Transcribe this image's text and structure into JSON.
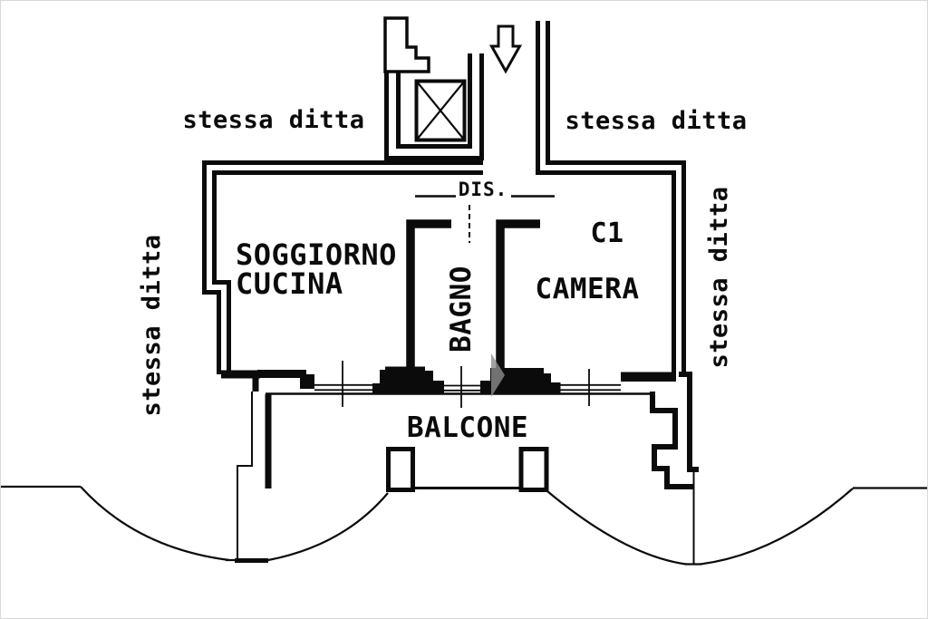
{
  "colors": {
    "ink": "#0b0b0b",
    "paper": "#ffffff",
    "smudge": "#8c8c8c",
    "frame": "#d8d8d8"
  },
  "labels": {
    "neighbor_top_left": "stessa ditta",
    "neighbor_top_right": "stessa ditta",
    "neighbor_left": "stessa ditta",
    "neighbor_right": "stessa ditta",
    "living_kitchen_line1": "SOGGIORNO",
    "living_kitchen_line2": "CUCINA",
    "bathroom": "BAGNO",
    "bedroom": "CAMERA",
    "unit_code": "C1",
    "balcony": "BALCONE",
    "hallway": "DIS."
  },
  "icons": {
    "elevator": "elevator-crossed-box",
    "entrance": "down-arrow"
  }
}
